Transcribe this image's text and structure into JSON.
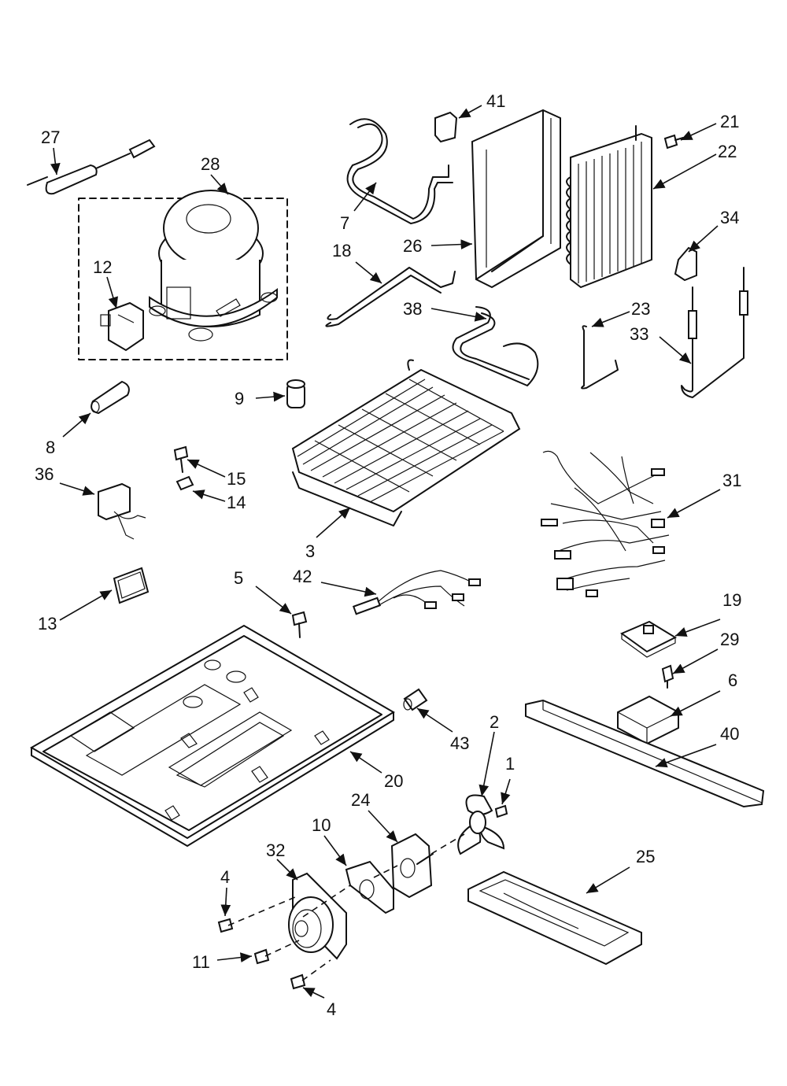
{
  "callouts": {
    "c1": "1",
    "c2": "2",
    "c3": "3",
    "c4a": "4",
    "c4b": "4",
    "c5": "5",
    "c6": "6",
    "c7": "7",
    "c8": "8",
    "c9": "9",
    "c10": "10",
    "c11": "11",
    "c12": "12",
    "c13": "13",
    "c14": "14",
    "c15": "15",
    "c18": "18",
    "c19": "19",
    "c20": "20",
    "c21": "21",
    "c22": "22",
    "c23": "23",
    "c24": "24",
    "c25": "25",
    "c26": "26",
    "c27": "27",
    "c28": "28",
    "c29": "29",
    "c31": "31",
    "c32": "32",
    "c33": "33",
    "c34": "34",
    "c36": "36",
    "c38": "38",
    "c40": "40",
    "c41": "41",
    "c42": "42",
    "c43": "43"
  }
}
